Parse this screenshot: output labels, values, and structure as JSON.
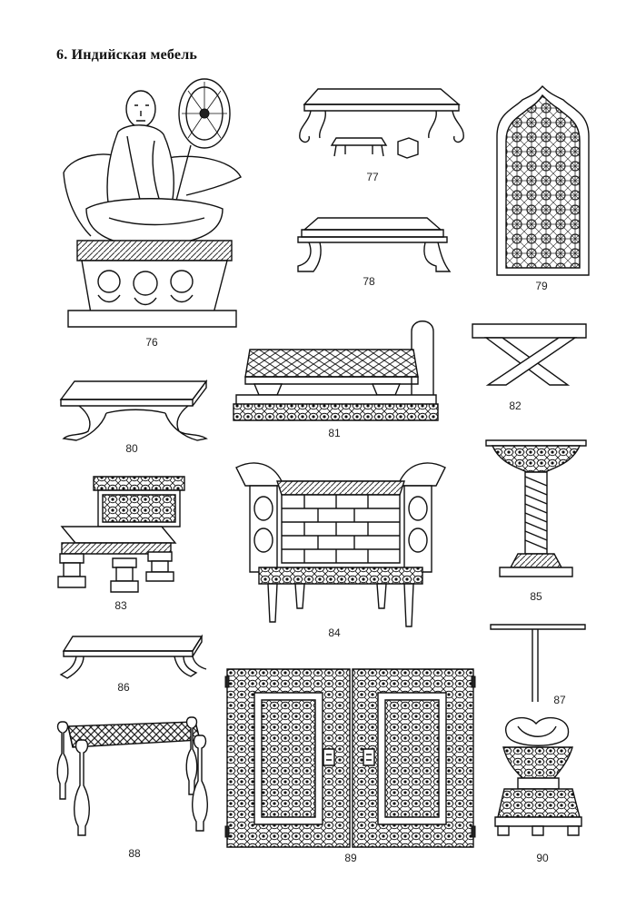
{
  "page": {
    "title": "6.  Индийская  мебель"
  },
  "figures": [
    {
      "id": "fig-76",
      "label": "76",
      "icon": "throne-with-seated-figure-drawing"
    },
    {
      "id": "fig-77",
      "label": "77",
      "icon": "low-table-with-footstool-drawing"
    },
    {
      "id": "fig-78",
      "label": "78",
      "icon": "low-platform-table-drawing"
    },
    {
      "id": "fig-79",
      "label": "79",
      "icon": "lattice-window-screen-drawing"
    },
    {
      "id": "fig-80",
      "label": "80",
      "icon": "low-bench-drawing"
    },
    {
      "id": "fig-81",
      "label": "81",
      "icon": "daybed-with-headboard-drawing"
    },
    {
      "id": "fig-82",
      "label": "82",
      "icon": "x-frame-stool-drawing"
    },
    {
      "id": "fig-83",
      "label": "83",
      "icon": "low-carved-chair-drawing"
    },
    {
      "id": "fig-84",
      "label": "84",
      "icon": "carved-throne-chair-drawing"
    },
    {
      "id": "fig-85",
      "label": "85",
      "icon": "spiral-pedestal-stand-drawing"
    },
    {
      "id": "fig-86",
      "label": "86",
      "icon": "low-table-drawing"
    },
    {
      "id": "fig-87",
      "label": "87",
      "icon": "pedestal-table-drawing"
    },
    {
      "id": "fig-88",
      "label": "88",
      "icon": "woven-stool-drawing"
    },
    {
      "id": "fig-89",
      "label": "89",
      "icon": "carved-cabinet-doors-drawing"
    },
    {
      "id": "fig-90",
      "label": "90",
      "icon": "ornate-vessel-stand-drawing"
    }
  ]
}
